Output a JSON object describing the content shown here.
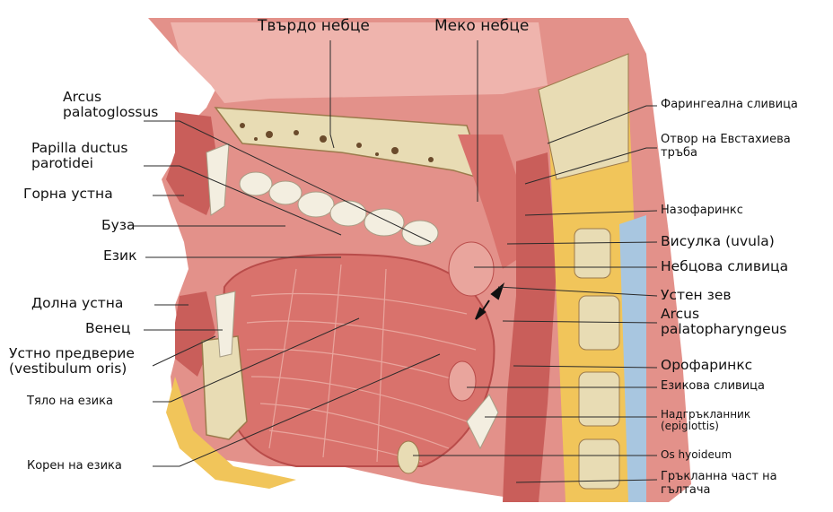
{
  "labels": {
    "tvardo_nebce": "Твърдо небце",
    "meko_nebce": "Меко небце",
    "arcus_pg_1": "Arcus",
    "arcus_pg_2": "palatoglossus",
    "papilla_1": "Papilla ductus",
    "papilla_2": "parotidei",
    "gorna_ustna": "Горна устна",
    "buza": "Буза",
    "ezik": "Език",
    "dolna_ustna": "Долна устна",
    "venec": "Венец",
    "ustno_1": "Устно предверие",
    "ustno_2": "(vestibulum oris)",
    "tyalo": "Тяло на езика",
    "koren": "Корен на езика",
    "faringealna": "Фарингеална сливица",
    "otvor_1": "Отвор на Евстахиева",
    "otvor_2": "тръба",
    "nazofarinks": "Назофаринкс",
    "visulka": "Висулка (uvula)",
    "nebcova": "Небцова сливица",
    "usten_zev": "Устен зев",
    "arcus_pph_1": "Arcus",
    "arcus_pph_2": "palatopharyngeus",
    "orofarinks": "Орофаринкс",
    "ezikova": "Езикова сливица",
    "nadgr_1": "Надгръкланник",
    "nadgr_2": "(epiglottis)",
    "os_hyoideum": "Os hyoideum",
    "grakl_1": "Гръкланна част на",
    "grakl_2": "гълтача"
  },
  "colors": {
    "muscle": "#d9726c",
    "muscle_dark": "#b94c4a",
    "mucosa": "#e9a59d",
    "bone": "#e8dcb4",
    "fat": "#f1c55a",
    "background": "#ffffff"
  }
}
